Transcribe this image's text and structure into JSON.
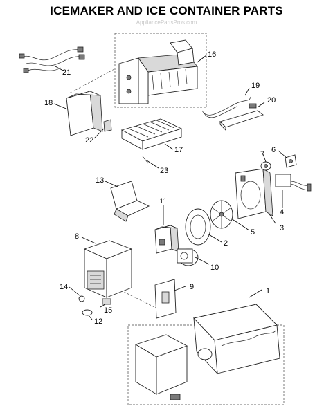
{
  "title": "ICEMAKER AND ICE CONTAINER PARTS",
  "watermark": "AppliancePartsPros.com",
  "labels": [
    "1",
    "2",
    "3",
    "4",
    "5",
    "6",
    "7",
    "8",
    "9",
    "10",
    "11",
    "12",
    "13",
    "14",
    "15",
    "16",
    "17",
    "18",
    "19",
    "20",
    "21",
    "22",
    "23"
  ]
}
